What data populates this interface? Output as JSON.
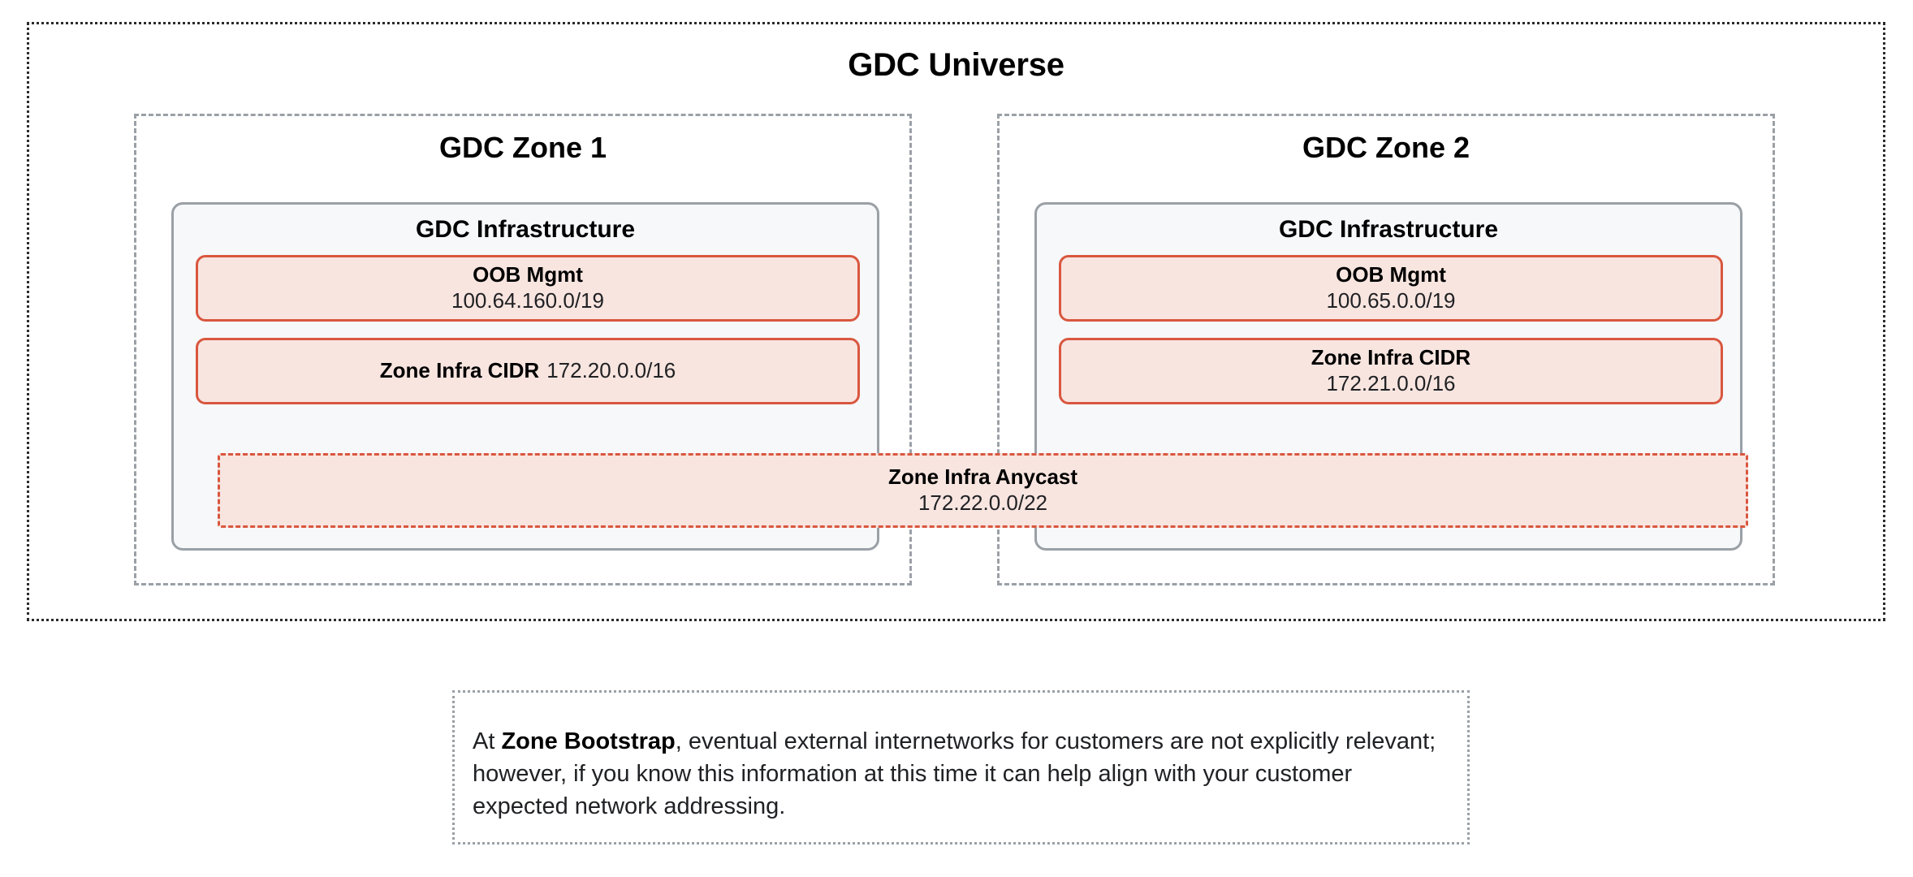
{
  "universe": {
    "title": "GDC Universe"
  },
  "zones": [
    {
      "title": "GDC Zone 1",
      "infra_title": "GDC Infrastructure",
      "oob": {
        "label": "OOB Mgmt",
        "value": "100.64.160.0/19"
      },
      "cidr": {
        "label": "Zone Infra CIDR",
        "value": "172.20.0.0/16"
      }
    },
    {
      "title": "GDC Zone 2",
      "infra_title": "GDC Infrastructure",
      "oob": {
        "label": "OOB Mgmt",
        "value": "100.65.0.0/19"
      },
      "cidr": {
        "label": "Zone Infra CIDR",
        "value": "172.21.0.0/16"
      }
    }
  ],
  "anycast": {
    "label": "Zone Infra Anycast",
    "value": "172.22.0.0/22"
  },
  "note": {
    "lead": "At ",
    "emphasis": "Zone Bootstrap",
    "body": ", eventual external internetworks for customers are not explicitly relevant; however, if you know this information at this time it can help align with your customer expected network addressing."
  },
  "colors": {
    "cidr_border": "#d9573f",
    "cidr_fill": "#f8e5e0",
    "frame_gray": "#9aa0a6",
    "panel_bg": "#f6f8fa",
    "outer_border": "#2b2b2b"
  }
}
